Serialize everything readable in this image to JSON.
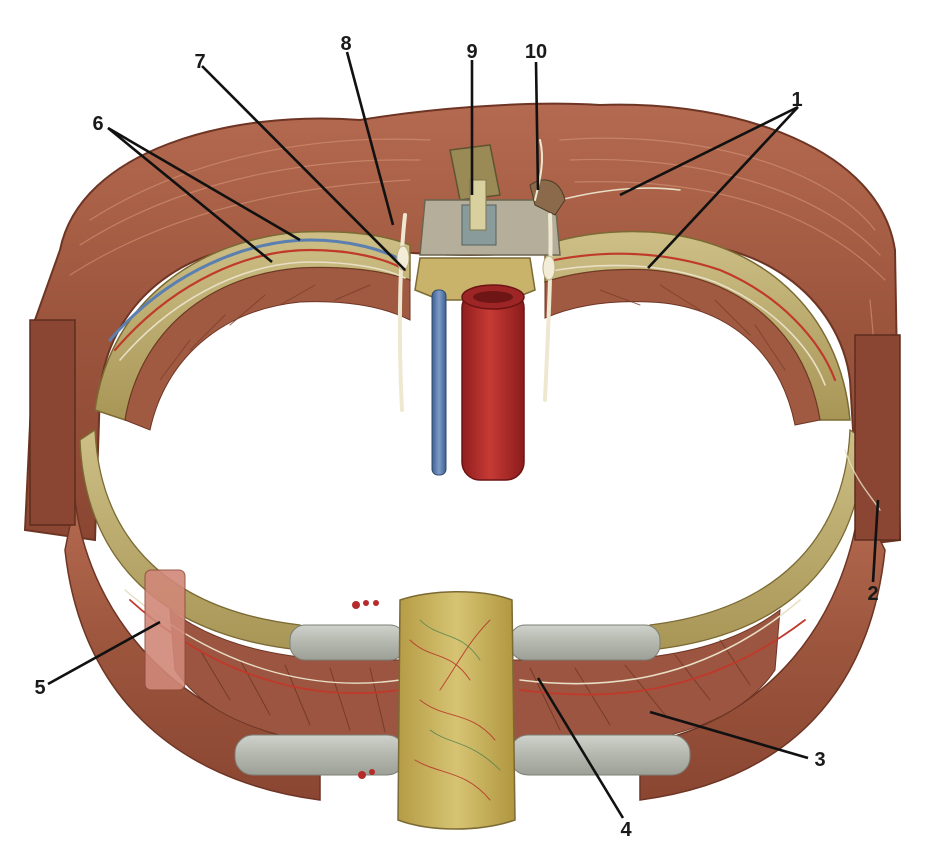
{
  "labels": {
    "l1": "1",
    "l2": "2",
    "l3": "3",
    "l4": "4",
    "l5": "5",
    "l6": "6",
    "l7": "7",
    "l8": "8",
    "l9": "9",
    "l10": "10"
  },
  "colors": {
    "background": "#ffffff",
    "muscle": "#a0583f",
    "muscle_dark": "#7a3d2a",
    "muscle_light": "#b8705a",
    "rib_bone": "#b5a364",
    "rib_bone_light": "#cbbd82",
    "cartilage": "#b9bcb4",
    "sternum": "#c9b25a",
    "vertebra": "#c9b36a",
    "aorta": "#b52a2a",
    "vein_blue": "#5b7fb0",
    "nerve": "#e8dfc6",
    "vessel_red": "#c0392b",
    "leader_line": "#111111",
    "label_text": "#1a1a1a"
  }
}
